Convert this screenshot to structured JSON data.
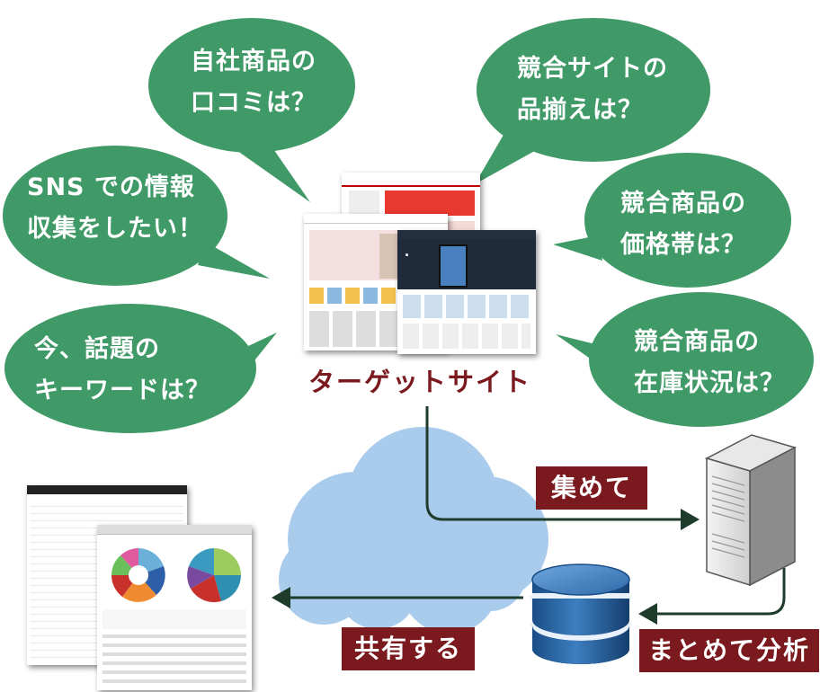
{
  "bubbles": [
    {
      "id": "reviews",
      "line1": "自社商品の",
      "line2": "口コミは？"
    },
    {
      "id": "competitor-lineup",
      "line1": "競合サイトの",
      "line2": "品揃えは？"
    },
    {
      "id": "sns",
      "line1": "SNS での情報",
      "line2": "収集をしたい！"
    },
    {
      "id": "price-range",
      "line1": "競合商品の",
      "line2": "価格帯は？"
    },
    {
      "id": "keywords",
      "line1": "今、話題の",
      "line2": "キーワードは？"
    },
    {
      "id": "stock",
      "line1": "競合商品の",
      "line2": "在庫状況は？"
    }
  ],
  "target_label": "ターゲットサイト",
  "steps": {
    "collect": "集めて",
    "analyze": "まとめて分析",
    "share": "共有する"
  },
  "colors": {
    "bubble": "#3f9a67",
    "tag": "#7a1a1e",
    "cloud": "#a9cbec",
    "arrow": "#1f3b2c"
  }
}
